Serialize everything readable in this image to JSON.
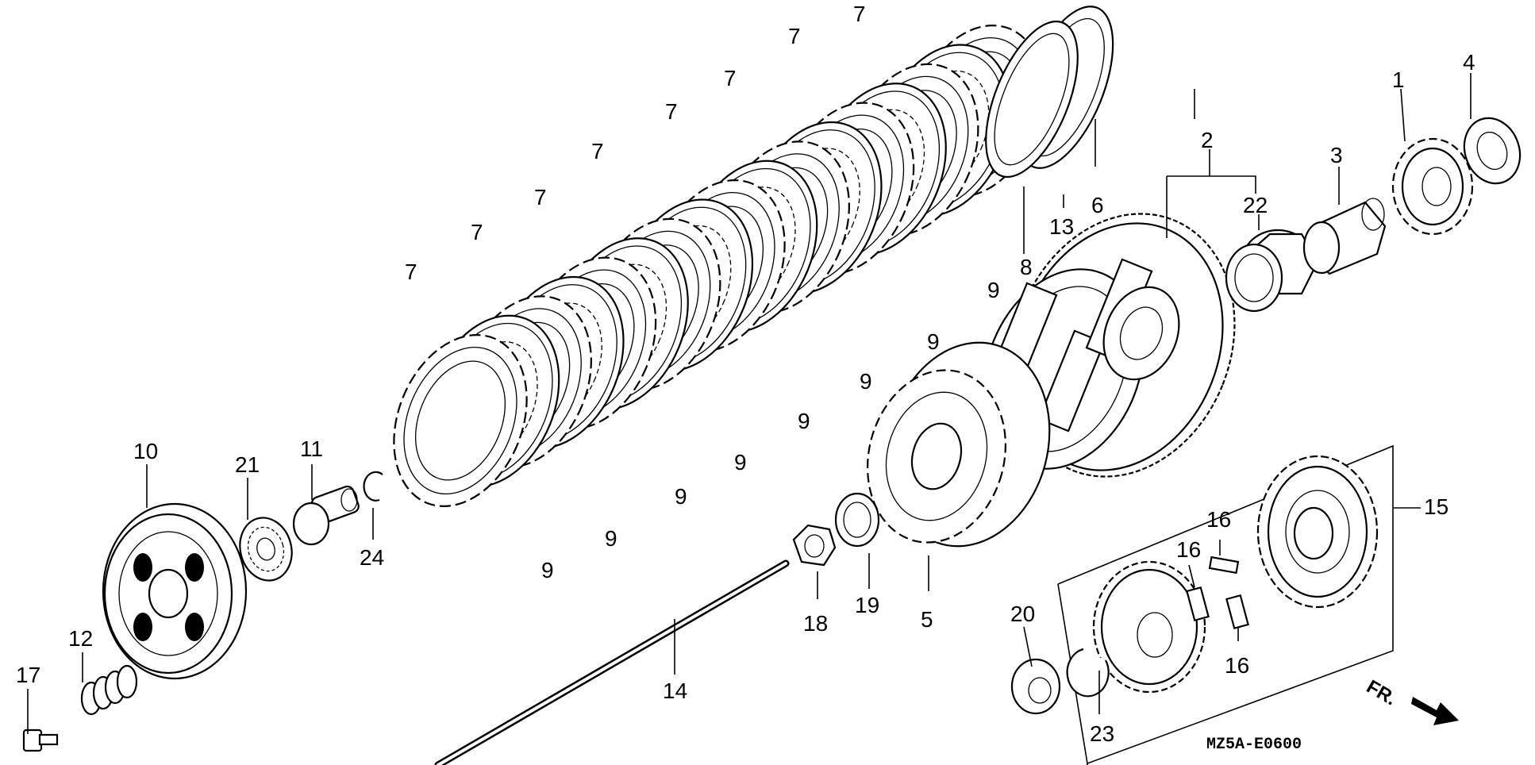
{
  "diagram": {
    "code": "MZ5A-E0600",
    "direction_label": "FR.",
    "colors": {
      "ink": "#000000",
      "paper": "#ffffff"
    },
    "part_numbers": {
      "p1": "1",
      "p2": "2",
      "p3": "3",
      "p4": "4",
      "p5": "5",
      "p6": "6",
      "p7": "7",
      "p8": "8",
      "p9": "9",
      "p10": "10",
      "p11": "11",
      "p12": "12",
      "p13": "13",
      "p14": "14",
      "p15": "15",
      "p16": "16",
      "p17": "17",
      "p18": "18",
      "p19": "19",
      "p20": "20",
      "p21": "21",
      "p22": "22",
      "p23": "23",
      "p24": "24"
    }
  }
}
